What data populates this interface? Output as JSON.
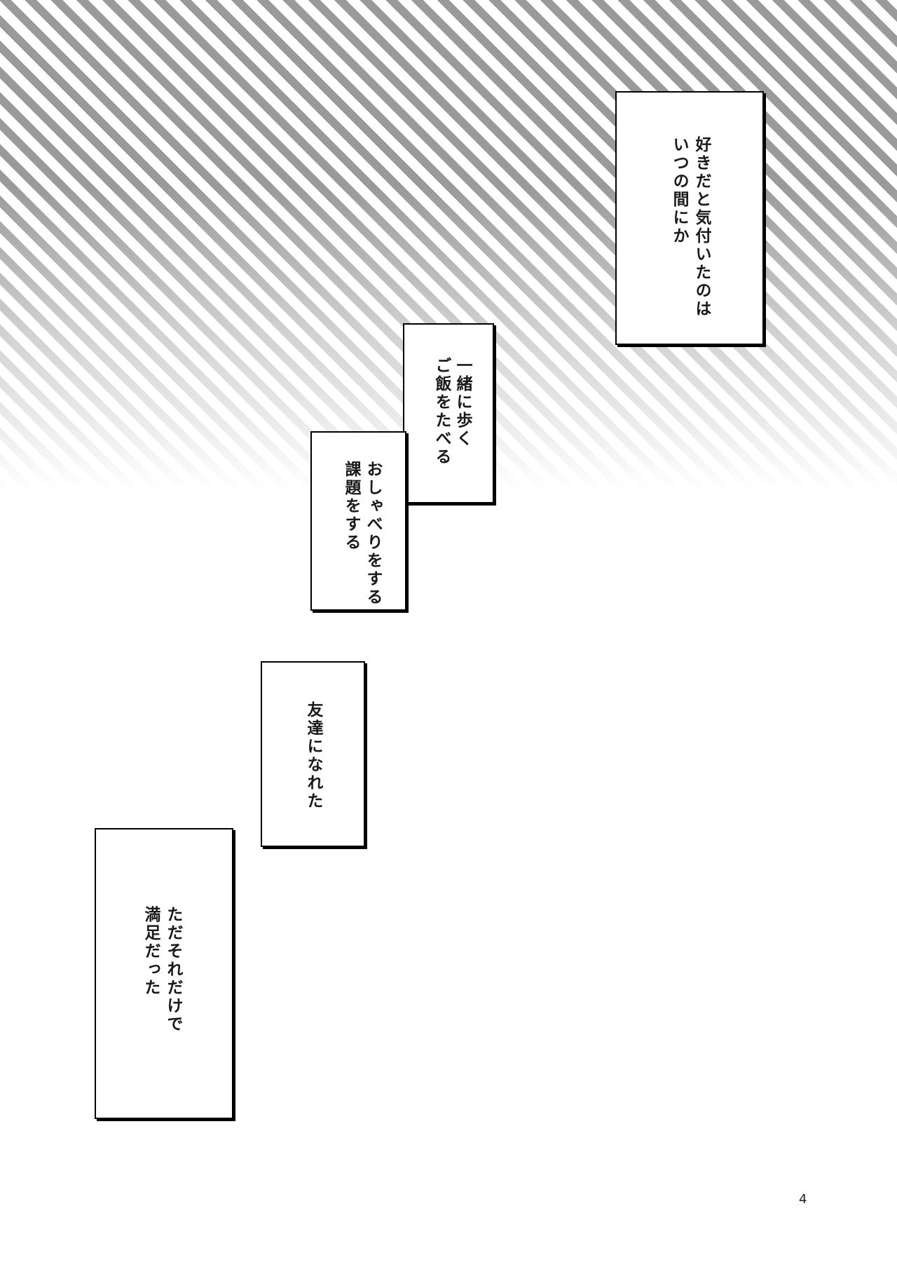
{
  "panels": [
    {
      "lines": [
        "好きだと気付いたのは",
        "いつの間にか"
      ]
    },
    {
      "lines": [
        "一緒に歩く",
        "ご飯をたべる"
      ]
    },
    {
      "lines": [
        "おしゃべりをする",
        "課題をする"
      ]
    },
    {
      "lines": [
        "友達になれた"
      ]
    },
    {
      "lines": [
        "ただそれだけで",
        "満足だった"
      ]
    }
  ],
  "page_number": "4",
  "colors": {
    "stripe": "#9a9a9a",
    "border": "#000000",
    "text": "#1a1a1a"
  }
}
